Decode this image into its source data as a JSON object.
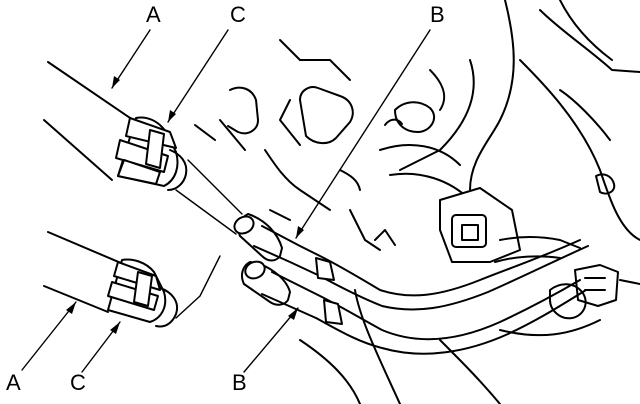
{
  "callouts": {
    "top_a": "A",
    "top_c": "C",
    "top_b": "B",
    "bottom_a": "A",
    "bottom_c": "C",
    "bottom_b": "B"
  }
}
